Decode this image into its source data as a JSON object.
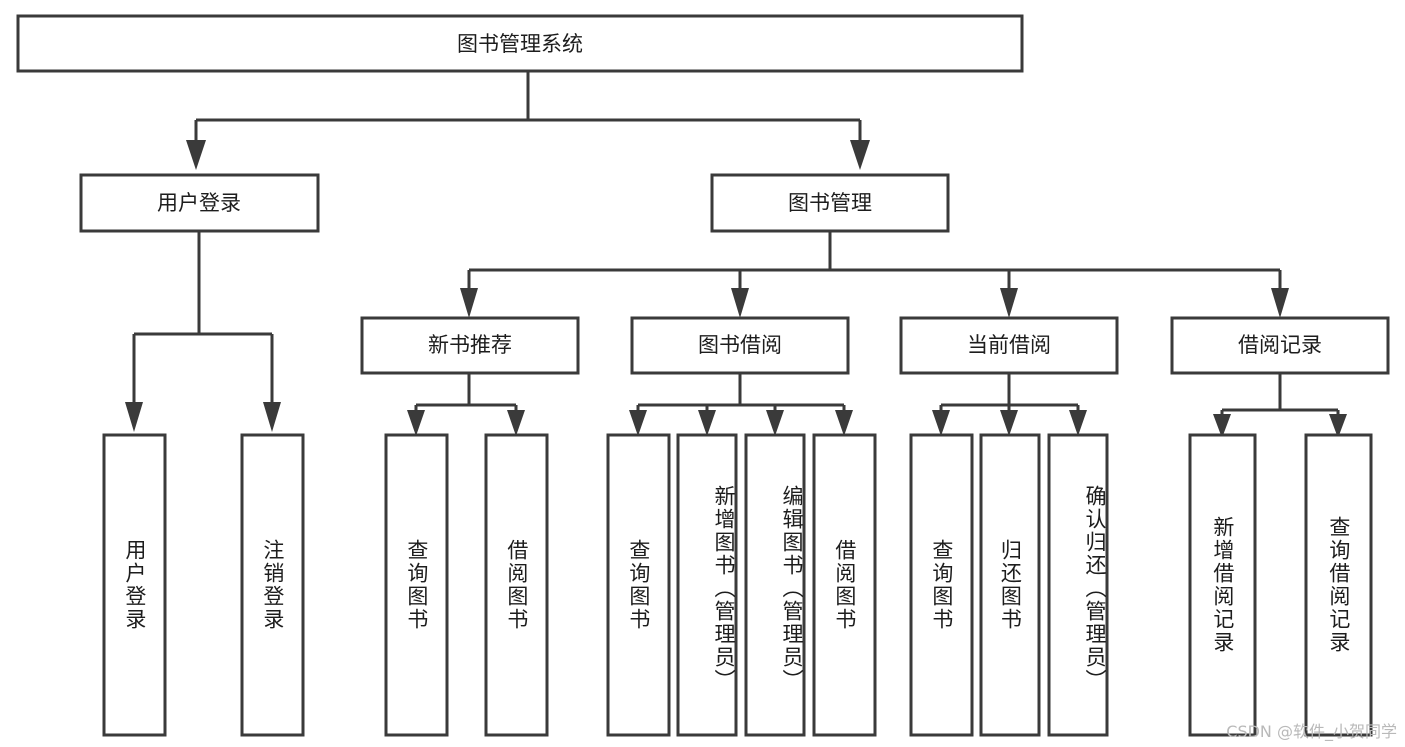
{
  "diagram": {
    "title": "图书管理系统",
    "type": "tree",
    "orientation": "top-down",
    "colors": {
      "background": "#ffffff",
      "box_stroke": "#3a3a3a",
      "box_fill": "#ffffff",
      "text": "#1d1d1d",
      "watermark": "#b9b9b9"
    },
    "root": {
      "label": "图书管理系统",
      "text_orientation": "horizontal"
    },
    "level1": [
      {
        "label": "用户登录",
        "text_orientation": "horizontal"
      },
      {
        "label": "图书管理",
        "text_orientation": "horizontal"
      }
    ],
    "level2": [
      {
        "label": "新书推荐",
        "parent": "图书管理",
        "text_orientation": "horizontal"
      },
      {
        "label": "图书借阅",
        "parent": "图书管理",
        "text_orientation": "horizontal"
      },
      {
        "label": "当前借阅",
        "parent": "图书管理",
        "text_orientation": "horizontal"
      },
      {
        "label": "借阅记录",
        "parent": "图书管理",
        "text_orientation": "horizontal"
      }
    ],
    "leaves": {
      "用户登录": [
        {
          "label": "用户登录",
          "text_orientation": "vertical"
        },
        {
          "label": "注销登录",
          "text_orientation": "vertical"
        }
      ],
      "新书推荐": [
        {
          "label": "查询图书",
          "text_orientation": "vertical"
        },
        {
          "label": "借阅图书",
          "text_orientation": "vertical"
        }
      ],
      "图书借阅": [
        {
          "label": "查询图书",
          "text_orientation": "vertical"
        },
        {
          "label": "新增图书（管理员）",
          "text_orientation": "vertical"
        },
        {
          "label": "编辑图书（管理员）",
          "text_orientation": "vertical"
        },
        {
          "label": "借阅图书",
          "text_orientation": "vertical"
        }
      ],
      "当前借阅": [
        {
          "label": "查询图书",
          "text_orientation": "vertical"
        },
        {
          "label": "归还图书",
          "text_orientation": "vertical"
        },
        {
          "label": "确认归还（管理员）",
          "text_orientation": "vertical"
        }
      ],
      "借阅记录": [
        {
          "label": "新增借阅记录",
          "text_orientation": "vertical"
        },
        {
          "label": "查询借阅记录",
          "text_orientation": "vertical"
        }
      ]
    }
  },
  "watermark": {
    "text": "CSDN @软件_小贺同学"
  }
}
